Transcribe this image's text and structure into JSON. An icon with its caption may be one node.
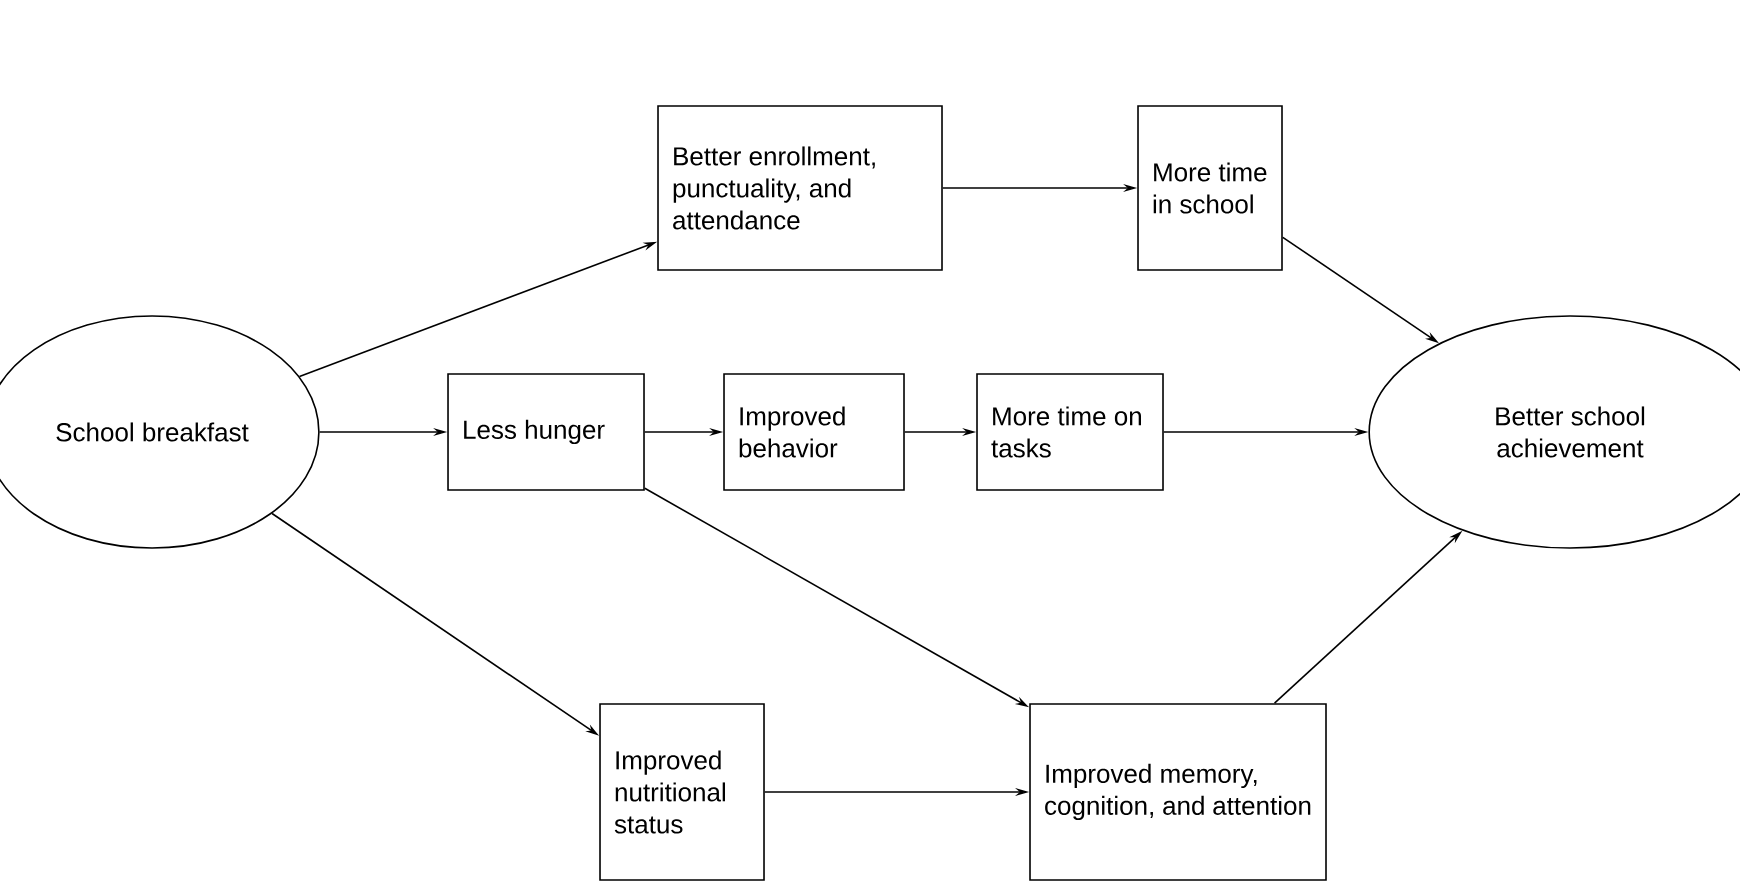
{
  "diagram": {
    "nodes": [
      {
        "text": [
          "School breakfast"
        ]
      },
      {
        "text": [
          "Better enrollment, punctuality, and attendance"
        ]
      },
      {
        "text": [
          "More time in school"
        ]
      },
      {
        "text": [
          "Less hunger"
        ]
      },
      {
        "text": [
          "Improved behavior"
        ]
      },
      {
        "text": [
          "More time on tasks"
        ]
      },
      {
        "text": [
          "Better school achievement"
        ]
      },
      {
        "text": [
          "Improved nutritional status"
        ]
      },
      {
        "text": [
          "Improved memory, cognition, and attention"
        ]
      }
    ],
    "edges": [
      {
        "from": 0,
        "to": 1,
        "arrow": "to"
      },
      {
        "from": 1,
        "to": 2,
        "arrow": "to"
      },
      {
        "from": 2,
        "to": 6,
        "arrow": "to"
      },
      {
        "from": 0,
        "to": 3,
        "arrow": "to"
      },
      {
        "from": 3,
        "to": 4,
        "arrow": "to"
      },
      {
        "from": 4,
        "to": 5,
        "arrow": "to"
      },
      {
        "from": 5,
        "to": 6,
        "arrow": "to"
      },
      {
        "from": 0,
        "to": 7,
        "arrow": "to"
      },
      {
        "from": 3,
        "to": 8,
        "arrow": "to"
      },
      {
        "from": 7,
        "to": 8,
        "arrow": "to"
      },
      {
        "from": 8,
        "to": 6,
        "arrow": "to"
      }
    ]
  }
}
